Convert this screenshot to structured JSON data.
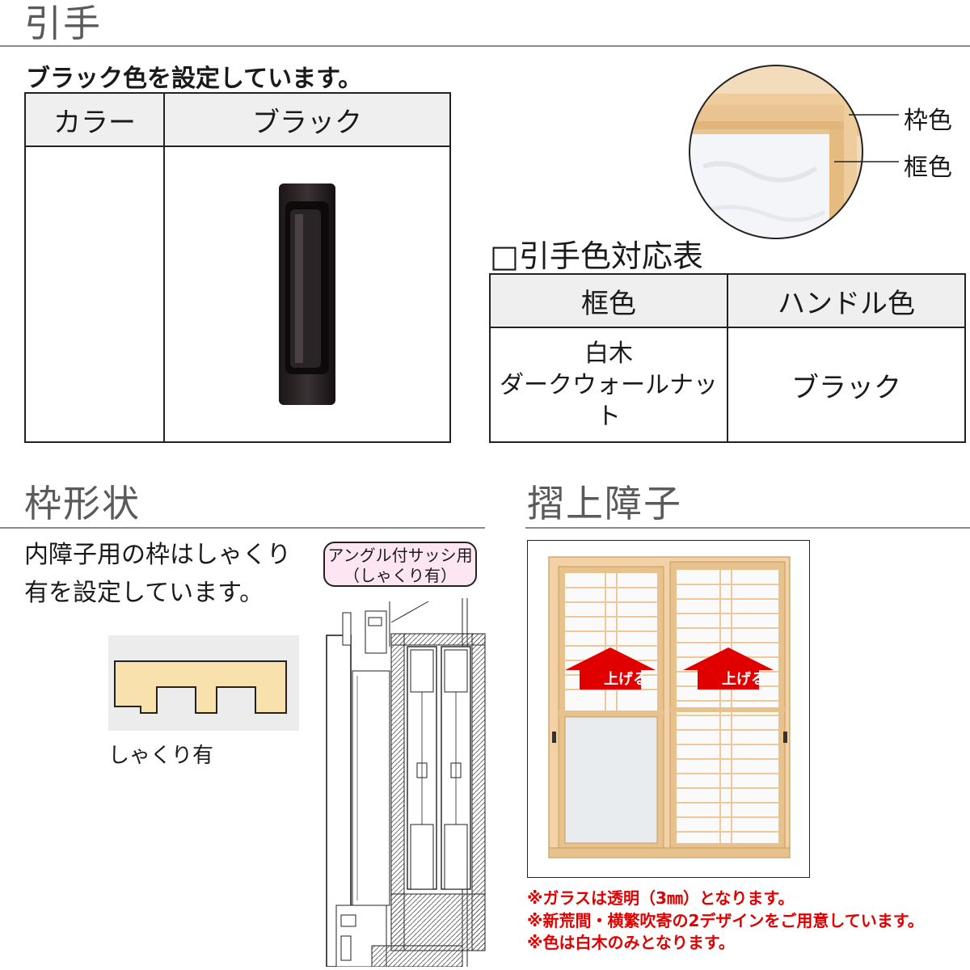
{
  "handle_section": {
    "title": "引手",
    "subtitle": "ブラック色を設定しています。",
    "table": {
      "header_color": "カラー",
      "header_black": "ブラック"
    },
    "color_labels": {
      "waku": "枠色",
      "kamachi": "框色"
    },
    "correspondence": {
      "title": "□引手色対応表",
      "headers": [
        "框色",
        "ハンドル色"
      ],
      "frame_colors": [
        "白木",
        "ダークウォールナット"
      ],
      "handle_color": "ブラック"
    }
  },
  "frame_section": {
    "title": "枠形状",
    "description_lines": [
      "内障子用の枠はしゃくり",
      "有を設定しています。"
    ],
    "profile_caption": "しゃくり有",
    "callout_lines": [
      "アングル付サッシ用",
      "（しゃくり有）"
    ]
  },
  "shoji_section": {
    "title": "摺上障子",
    "arrow_label": "上げる",
    "notes": [
      "※ガラスは透明（3㎜）となります。",
      "※新荒間・横繁吹寄の2デザインをご用意しています。",
      "※色は白木のみとなります。"
    ]
  },
  "colors": {
    "wood": "#f2d2a6",
    "wood_dark": "#d9a86c",
    "accent_red": "#e00000",
    "callout_pink": "#fde6f2",
    "header_gray": "#efefef"
  }
}
